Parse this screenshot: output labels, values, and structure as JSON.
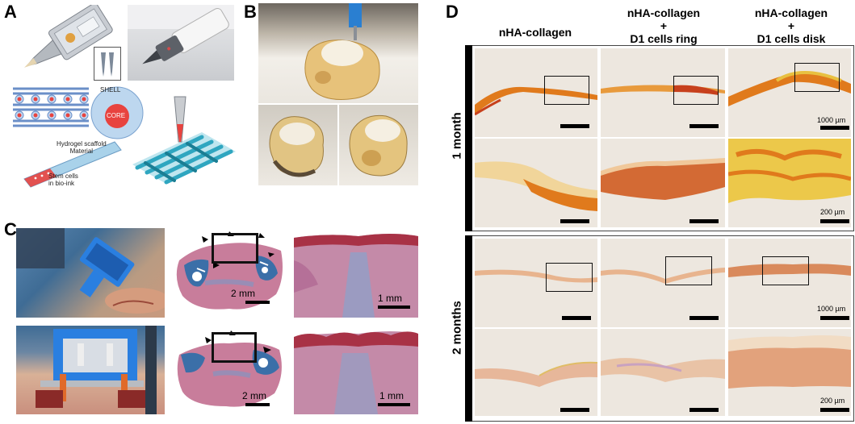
{
  "panels": {
    "a": {
      "label": "A",
      "diagram": {
        "shell": "SHELL",
        "core": "CORE",
        "hydrogel": "Hydrogel scaffold\nMaterial",
        "stem_cells": "Stem cells\nin bio-ink"
      }
    },
    "b": {
      "label": "B"
    },
    "c": {
      "label": "C",
      "scale_top_mid": "2 mm",
      "scale_top_right": "1 mm",
      "scale_bot_mid": "2 mm",
      "scale_bot_right": "1 mm"
    },
    "d": {
      "label": "D",
      "columns": [
        "nHA-collagen",
        "nHA-collagen\n+\nD1 cells ring",
        "nHA-collagen\n+\nD1 cells disk"
      ],
      "rows": [
        "1 month",
        "2 months"
      ],
      "scale_low": "1000 µm",
      "scale_high": "200 µm"
    }
  },
  "colors": {
    "histology_bg": "#ede7df",
    "stain_orange": "#e07a1c",
    "stain_red": "#c7401c",
    "stain_yellow": "#e8c040",
    "trichrome_blue": "#3b6fa8",
    "trichrome_pink": "#c86a86",
    "bioprinter_cyan": "#2fa6c0"
  }
}
